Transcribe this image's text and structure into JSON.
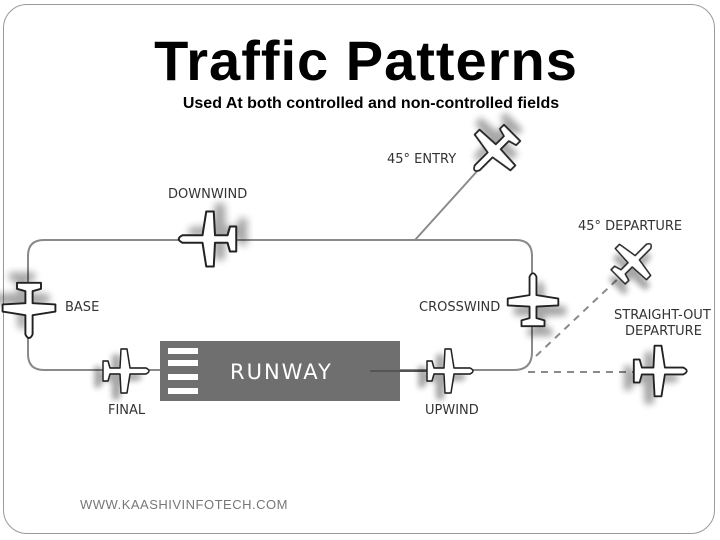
{
  "slide": {
    "title": "Traffic Patterns",
    "subtitle": "Used At both controlled and non-controlled fields",
    "footer": "WWW.KAASHIVINFOTECH.COM"
  },
  "diagram": {
    "runway_label": "RUNWAY",
    "legs": {
      "entry": "45° ENTRY",
      "downwind": "DOWNWIND",
      "base": "BASE",
      "final": "FINAL",
      "upwind": "UPWIND",
      "crosswind": "CROSSWIND",
      "departure_45": "45° DEPARTURE",
      "straight_out_line1": "STRAIGHT-OUT",
      "straight_out_line2": "DEPARTURE"
    }
  },
  "colors": {
    "pattern_line": "#8a8a8a",
    "runway": "#6f6f6f",
    "airplane_fill": "#ffffff",
    "airplane_stroke": "#222222",
    "title": "#000000",
    "footer": "#777777"
  }
}
